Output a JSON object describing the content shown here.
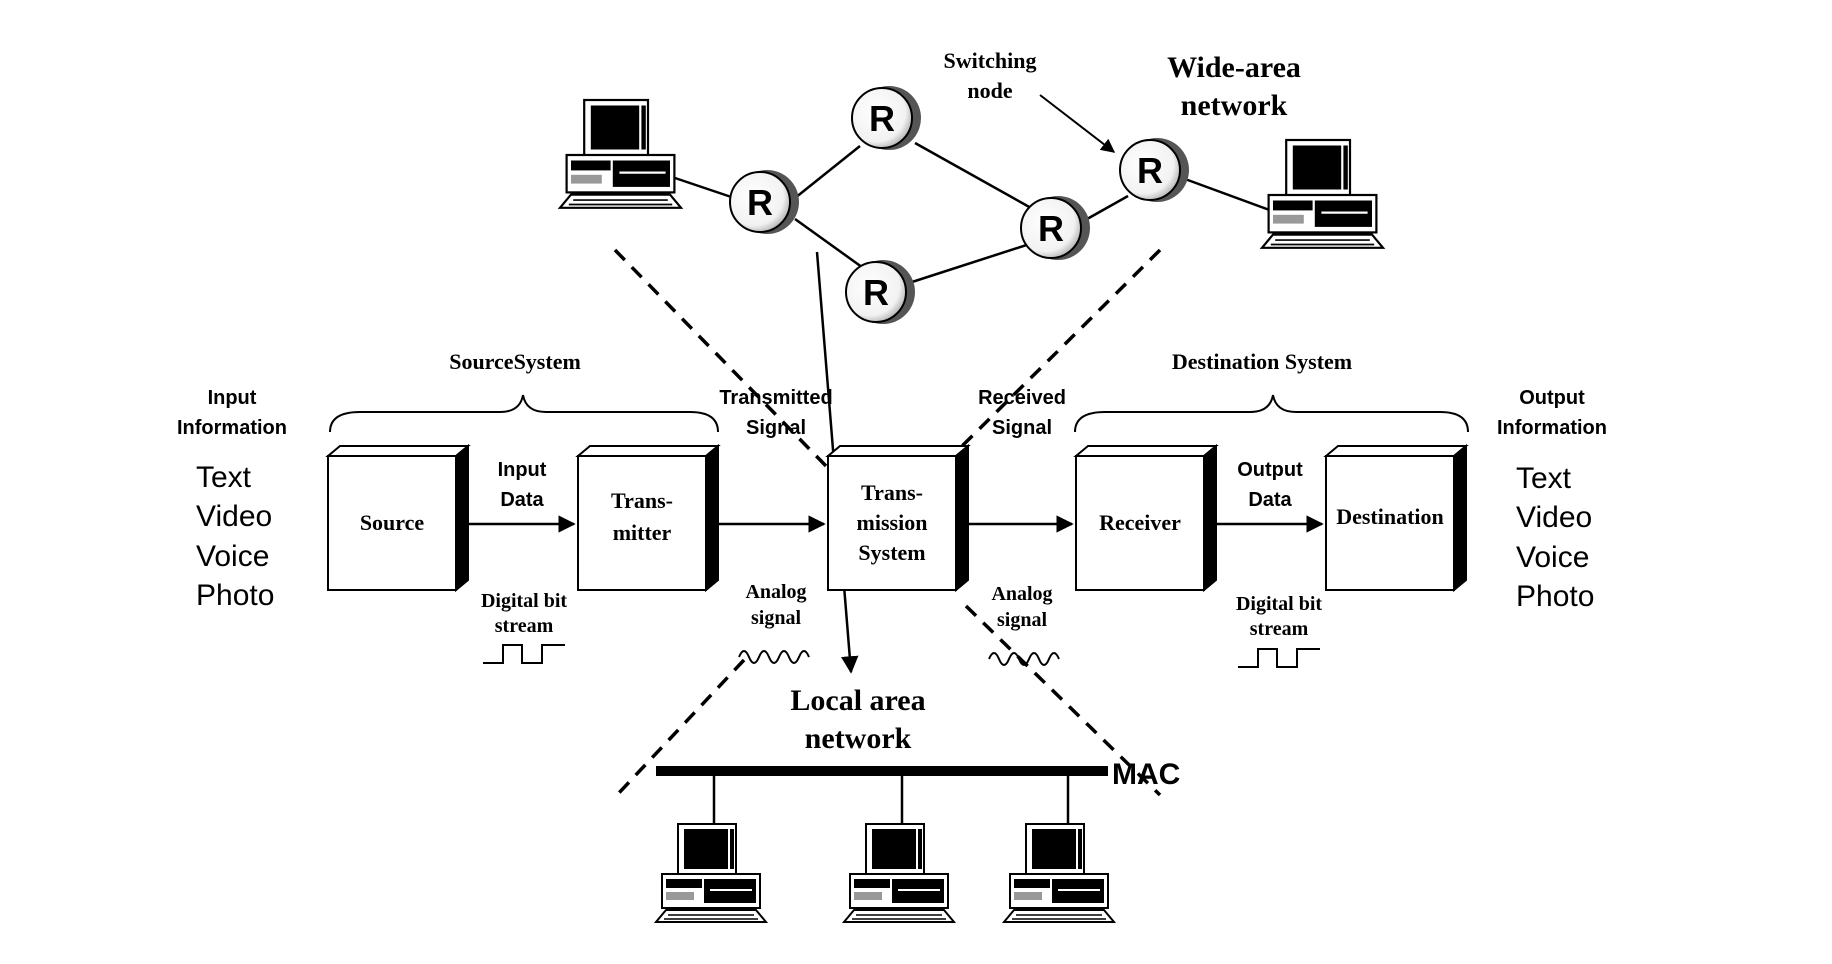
{
  "wan": {
    "switching_node_line1": "Switching",
    "switching_node_line2": "node",
    "title_line1": "Wide-area",
    "title_line2": "network",
    "router_label": "R"
  },
  "source_system": {
    "brace_label": "SourceSystem",
    "input_info_line1": "Input",
    "input_info_line2": "Information",
    "media": [
      "Text",
      "Video",
      "Voice",
      "Photo"
    ],
    "source_box": "Source",
    "input_data_line1": "Input",
    "input_data_line2": "Data",
    "transmitter_line1": "Trans-",
    "transmitter_line2": "mitter",
    "digital_line1": "Digital bit",
    "digital_line2": "stream"
  },
  "transmission": {
    "transmitted_line1": "Transmitted",
    "transmitted_line2": "Signal",
    "received_line1": "Received",
    "received_line2": "Signal",
    "box_line1": "Trans-",
    "box_line2": "mission",
    "box_line3": "System",
    "analog_left_line1": "Analog",
    "analog_left_line2": "signal",
    "analog_right_line1": "Analog",
    "analog_right_line2": "signal"
  },
  "destination_system": {
    "brace_label": "Destination System",
    "output_info_line1": "Output",
    "output_info_line2": "Information",
    "media": [
      "Text",
      "Video",
      "Voice",
      "Photo"
    ],
    "receiver_box": "Receiver",
    "output_data_line1": "Output",
    "output_data_line2": "Data",
    "destination_box": "Destination",
    "digital_line1": "Digital bit",
    "digital_line2": "stream"
  },
  "lan": {
    "title_line1": "Local area",
    "title_line2": "network",
    "mac_label": "MAC"
  }
}
